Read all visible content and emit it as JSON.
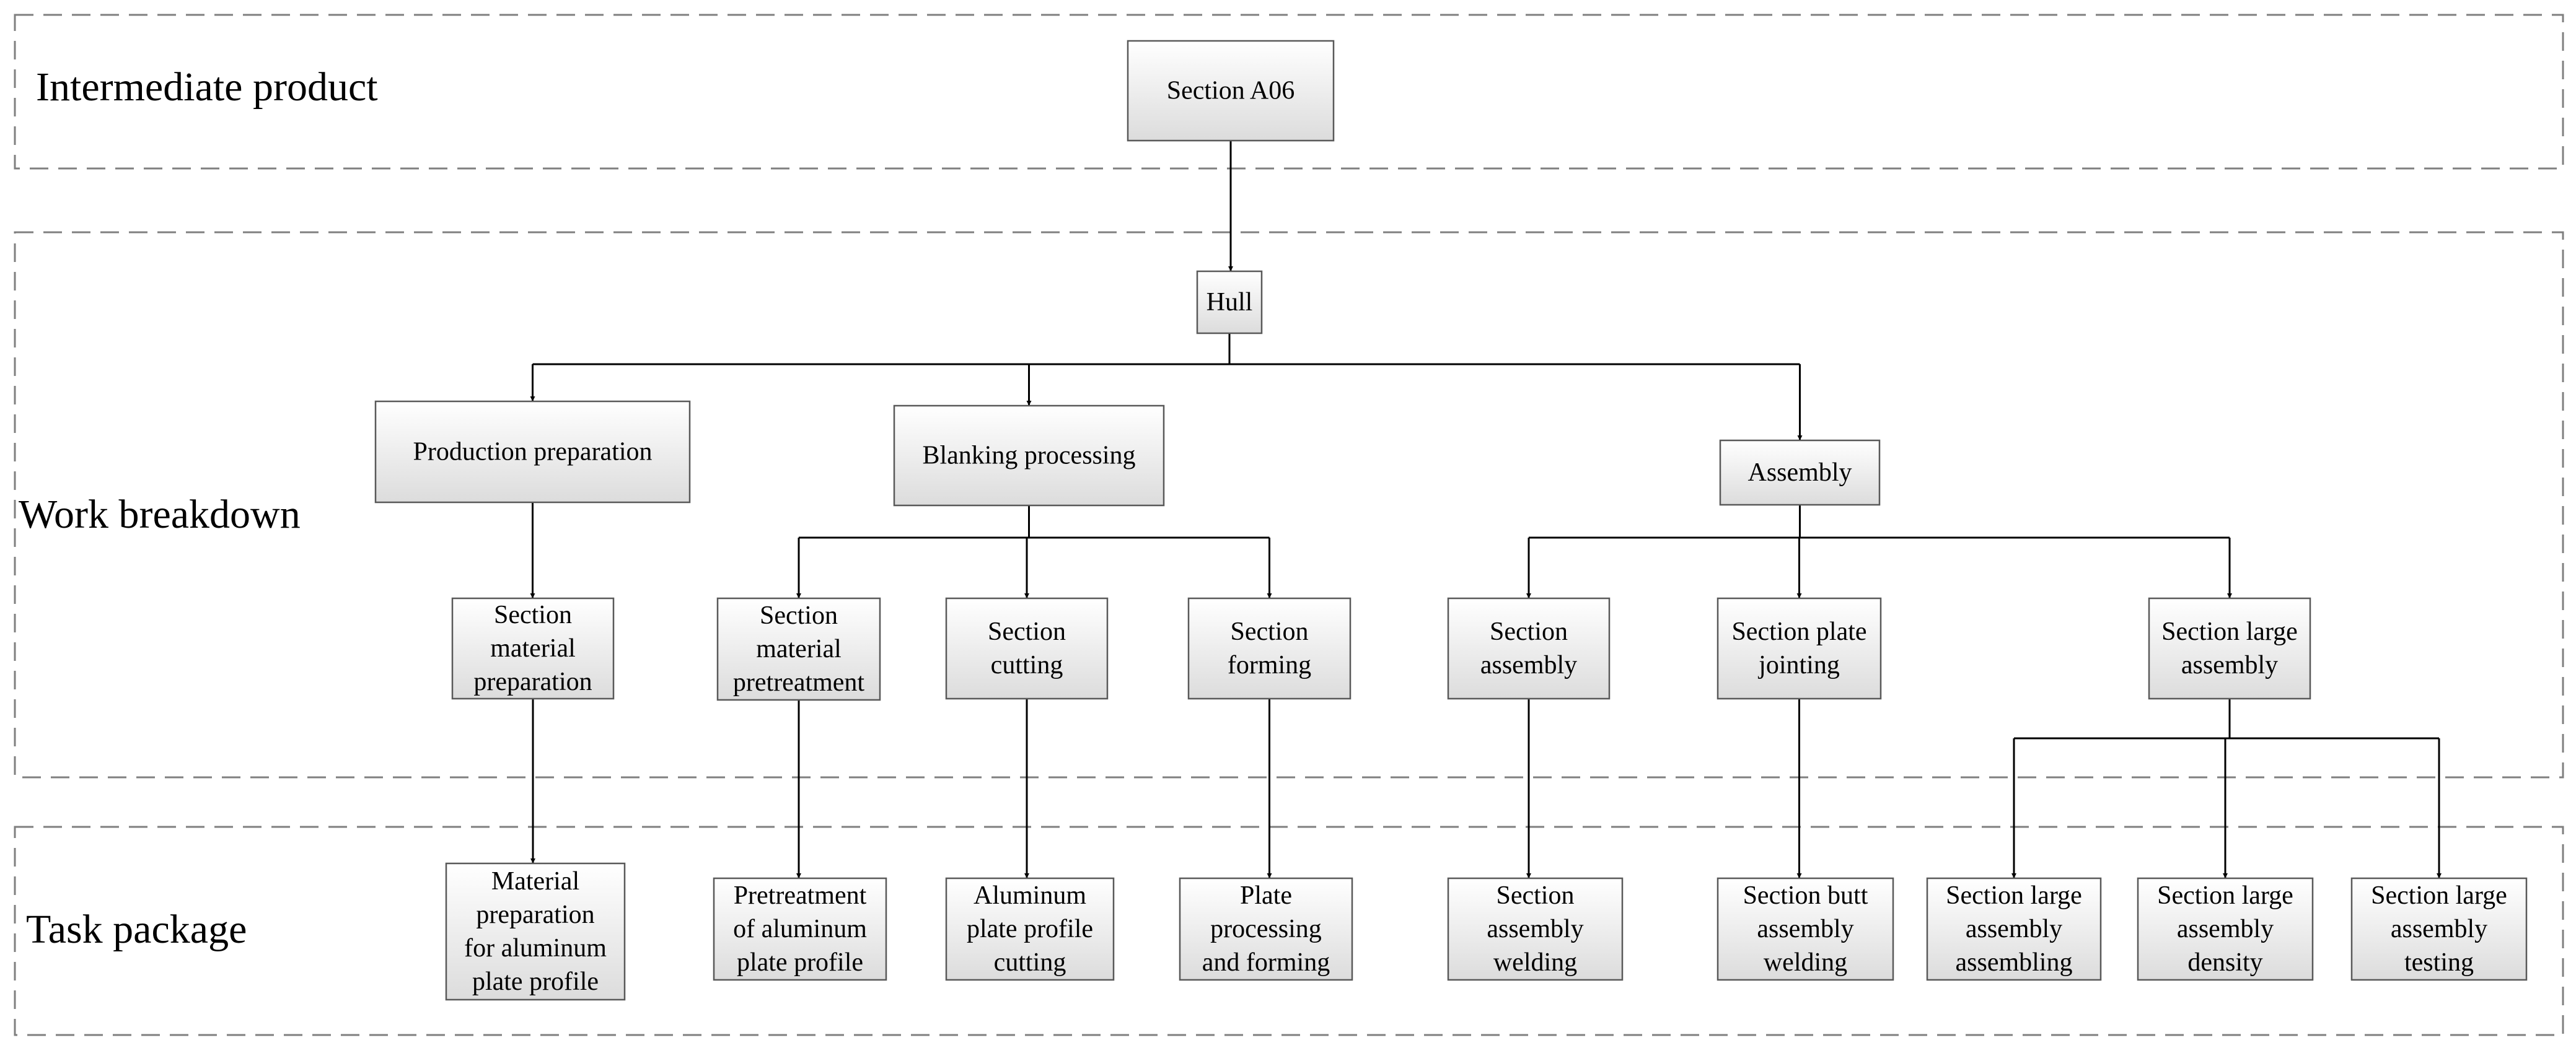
{
  "bands": {
    "intermediate_product": "Intermediate product",
    "work_breakdown": "Work breakdown",
    "task_package": "Task package"
  },
  "nodes": {
    "section_a06": [
      "Section A06"
    ],
    "hull": [
      "Hull"
    ],
    "production_preparation": [
      "Production preparation"
    ],
    "blanking_processing": [
      "Blanking processing"
    ],
    "assembly": [
      "Assembly"
    ],
    "section_material_preparation": [
      "Section",
      "material",
      "preparation"
    ],
    "section_material_pretreatment": [
      "Section",
      "material",
      "pretreatment"
    ],
    "section_cutting": [
      "Section",
      "cutting"
    ],
    "section_forming": [
      "Section",
      "forming"
    ],
    "section_assembly": [
      "Section",
      "assembly"
    ],
    "section_plate_jointing": [
      "Section plate",
      "jointing"
    ],
    "section_large_assembly": [
      "Section large",
      "assembly"
    ],
    "material_preparation_for_aluminum_plate_profile": [
      "Material",
      "preparation",
      "for aluminum",
      "plate profile"
    ],
    "pretreatment_of_aluminum_plate_profile": [
      "Pretreatment",
      "of aluminum",
      "plate profile"
    ],
    "aluminum_plate_profile_cutting": [
      "Aluminum",
      "plate profile",
      "cutting"
    ],
    "plate_processing_and_forming": [
      "Plate",
      "processing",
      "and forming"
    ],
    "section_assembly_welding": [
      "Section",
      "assembly",
      "welding"
    ],
    "section_butt_assembly_welding": [
      "Section butt",
      "assembly",
      "welding"
    ],
    "section_large_assembly_assembling": [
      "Section large",
      "assembly",
      "assembling"
    ],
    "section_large_assembly_density": [
      "Section large",
      "assembly",
      "density"
    ],
    "section_large_assembly_testing": [
      "Section large",
      "assembly",
      "testing"
    ]
  },
  "edges": [
    [
      "section_a06",
      "hull"
    ],
    [
      "hull",
      "production_preparation"
    ],
    [
      "hull",
      "blanking_processing"
    ],
    [
      "hull",
      "assembly"
    ],
    [
      "production_preparation",
      "section_material_preparation"
    ],
    [
      "blanking_processing",
      "section_material_pretreatment"
    ],
    [
      "blanking_processing",
      "section_cutting"
    ],
    [
      "blanking_processing",
      "section_forming"
    ],
    [
      "assembly",
      "section_assembly"
    ],
    [
      "assembly",
      "section_plate_jointing"
    ],
    [
      "assembly",
      "section_large_assembly"
    ],
    [
      "section_material_preparation",
      "material_preparation_for_aluminum_plate_profile"
    ],
    [
      "section_material_pretreatment",
      "pretreatment_of_aluminum_plate_profile"
    ],
    [
      "section_cutting",
      "aluminum_plate_profile_cutting"
    ],
    [
      "section_forming",
      "plate_processing_and_forming"
    ],
    [
      "section_assembly",
      "section_assembly_welding"
    ],
    [
      "section_plate_jointing",
      "section_butt_assembly_welding"
    ],
    [
      "section_large_assembly",
      "section_large_assembly_assembling"
    ],
    [
      "section_large_assembly",
      "section_large_assembly_density"
    ],
    [
      "section_large_assembly",
      "section_large_assembly_testing"
    ]
  ]
}
